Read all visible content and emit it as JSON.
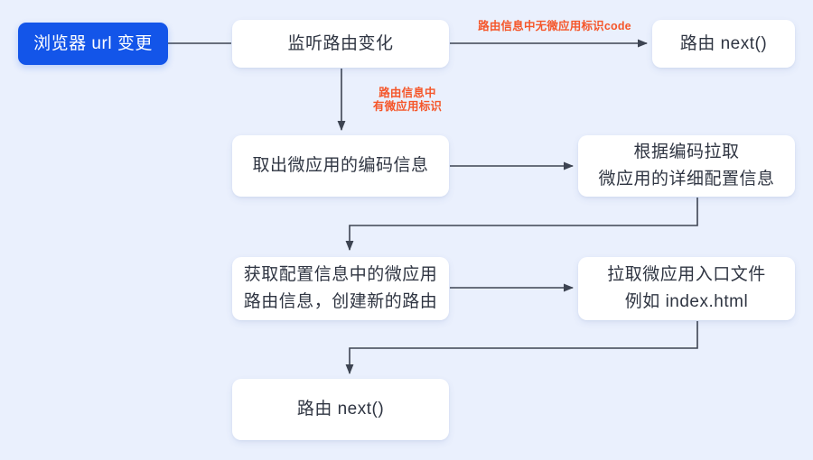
{
  "diagram": {
    "title": "micro-app route flow",
    "background_color": "#eaf0fd",
    "accent_color": "#1355e9",
    "label_color": "#f5562a",
    "line_color": "#3d4452",
    "nodes": {
      "start": "浏览器 url 变更",
      "listen_route": "监听路由变化",
      "route_next_top": "路由 next()",
      "extract_code": "取出微应用的编码信息",
      "fetch_config": "根据编码拉取\n微应用的详细配置信息",
      "create_route": "获取配置信息中的微应用\n路由信息，创建新的路由",
      "fetch_entry": "拉取微应用入口文件\n例如 index.html",
      "route_next_bottom": "路由 next()"
    },
    "edge_labels": {
      "no_code": "路由信息中无微应用标识code",
      "has_code": "路由信息中\n有微应用标识"
    }
  }
}
